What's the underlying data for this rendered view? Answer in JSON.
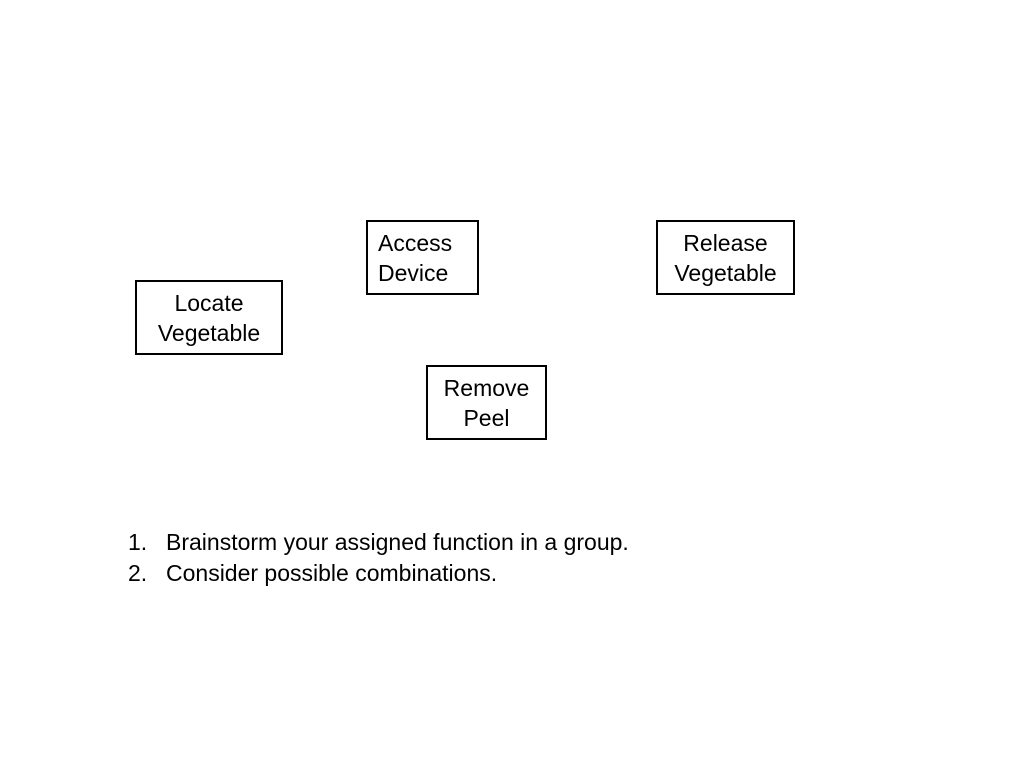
{
  "boxes": {
    "access_device": {
      "line1": "Access",
      "line2": "Device"
    },
    "release_vegetable": {
      "line1": "Release",
      "line2": "Vegetable"
    },
    "locate_vegetable": {
      "line1": "Locate",
      "line2": "Vegetable"
    },
    "remove_peel": {
      "line1": "Remove",
      "line2": "Peel"
    }
  },
  "instructions": [
    {
      "number": "1.",
      "text": "Brainstorm your assigned function in a group."
    },
    {
      "number": "2.",
      "text": "Consider possible combinations."
    }
  ],
  "colors": {
    "background": "#ffffff",
    "border": "#000000",
    "text": "#000000"
  }
}
